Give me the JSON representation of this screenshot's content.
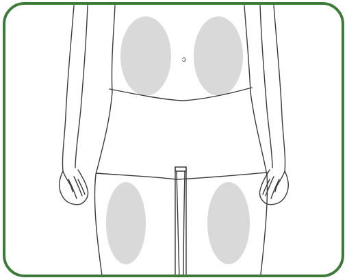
{
  "colors": {
    "frame_border": "#3e7b3a",
    "outline_stroke": "#3a3a3a",
    "injection_zone_fill": "#d9d9d9",
    "background": "#ffffff"
  },
  "figure": {
    "subject": "front-torso-and-thighs-line-drawing",
    "injection_zones": [
      {
        "id": "abdomen-left"
      },
      {
        "id": "abdomen-right"
      },
      {
        "id": "thigh-left"
      },
      {
        "id": "thigh-right"
      }
    ],
    "navel_mark": "ɔ"
  }
}
